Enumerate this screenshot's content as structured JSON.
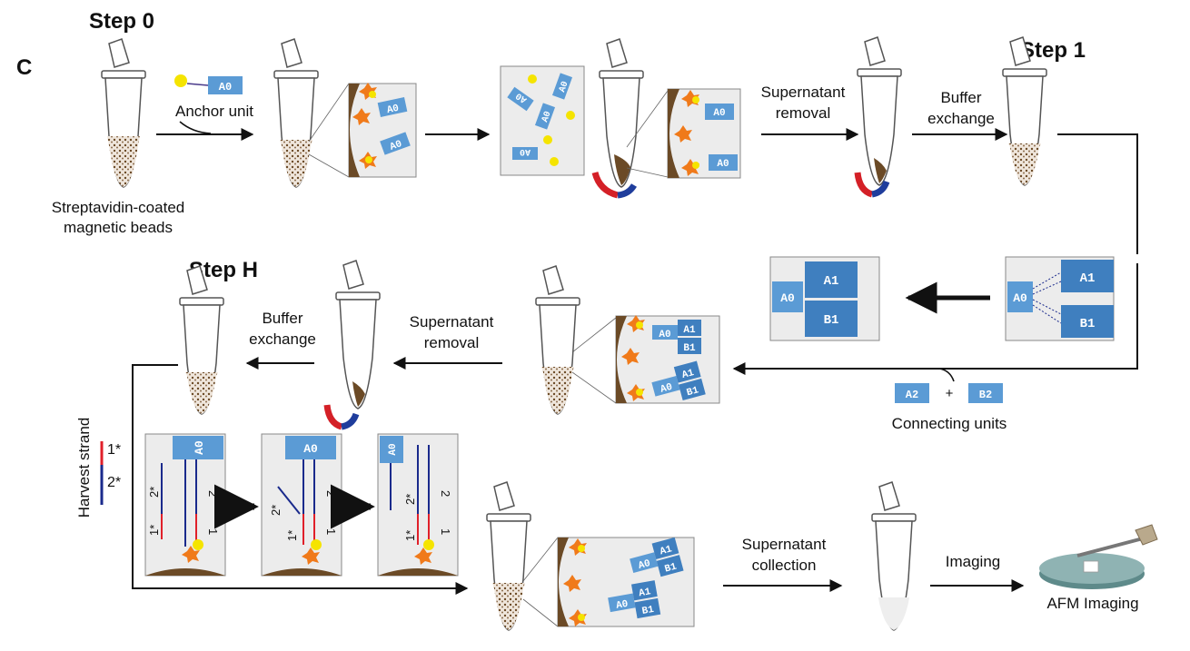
{
  "panel_letter": "C",
  "steps": {
    "step0": "Step 0",
    "step1": "Step 1",
    "stepH": "Step H"
  },
  "labels": {
    "beads": [
      "Streptavidin-coated",
      "magnetic beads"
    ],
    "anchor_unit": "Anchor unit",
    "supernatant_removal_1": [
      "Supernatant",
      "removal"
    ],
    "buffer_exchange_1": [
      "Buffer",
      "exchange"
    ],
    "supernatant_removal_2": [
      "Supernatant",
      "removal"
    ],
    "buffer_exchange_2": [
      "Buffer",
      "exchange"
    ],
    "connecting_units": "Connecting units",
    "plus": "+",
    "harvest_strand": "Harvest strand",
    "harvest_1star": "1*",
    "harvest_2star": "2*",
    "supernatant_collection": [
      "Supernatant",
      "collection"
    ],
    "imaging": "Imaging",
    "afm_imaging": "AFM Imaging"
  },
  "units": {
    "a0": "A0",
    "a1": "A1",
    "b1": "B1",
    "a2": "A2",
    "b2": "B2"
  },
  "strand_labels": {
    "s1": "1",
    "s2": "2",
    "s1star": "1*",
    "s2star": "2*"
  },
  "colors": {
    "unit_blue": "#5b9bd5",
    "unit_blue_dark": "#3f7fbf",
    "biotin_yellow": "#f5e400",
    "streptavidin_orange": "#f07a1a",
    "bead_brown": "#6b4a26",
    "strand_blue": "#1a2a8c",
    "strand_red": "#e0202a",
    "panel_gray": "#ececec",
    "magnet_red": "#d42027",
    "magnet_blue": "#1f3d9c"
  }
}
